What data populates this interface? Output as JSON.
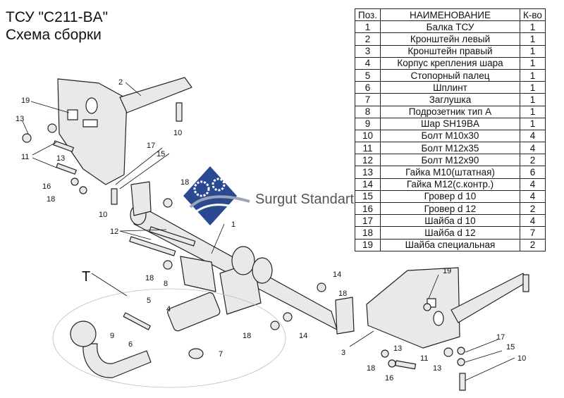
{
  "title": {
    "line1": "ТСУ  \"C211-BA\"",
    "line2": "Схема сборки"
  },
  "table": {
    "headers": [
      "Поз.",
      "НАИМЕНОВАНИЕ",
      "К-во"
    ],
    "rows": [
      [
        "1",
        "Балка ТСУ",
        "1"
      ],
      [
        "2",
        "Кронштейн левый",
        "1"
      ],
      [
        "3",
        "Кронштейн правый",
        "1"
      ],
      [
        "4",
        "Корпус крепления шара",
        "1"
      ],
      [
        "5",
        "Стопорный палец",
        "1"
      ],
      [
        "6",
        "Шплинт",
        "1"
      ],
      [
        "7",
        "Заглушка",
        "1"
      ],
      [
        "8",
        "Подрозетник тип А",
        "1"
      ],
      [
        "9",
        "Шар SH19BA",
        "1"
      ],
      [
        "10",
        "Болт М10х30",
        "4"
      ],
      [
        "11",
        "Болт М12х35",
        "4"
      ],
      [
        "12",
        "Болт М12х90",
        "2"
      ],
      [
        "13",
        "Гайка М10(штатная)",
        "6"
      ],
      [
        "14",
        "Гайка М12(с.контр.)",
        "4"
      ],
      [
        "15",
        "Гровер d 10",
        "4"
      ],
      [
        "16",
        "Гровер d 12",
        "2"
      ],
      [
        "17",
        "Шайба d 10",
        "4"
      ],
      [
        "18",
        "Шайба d 12",
        "7"
      ],
      [
        "19",
        "Шайба специальная",
        "2"
      ]
    ]
  },
  "watermark": {
    "text": "Surgut Standart"
  },
  "callouts": [
    {
      "id": "c19a",
      "text": "19"
    },
    {
      "id": "c2",
      "text": "2"
    },
    {
      "id": "c13a",
      "text": "13"
    },
    {
      "id": "c11a",
      "text": "11"
    },
    {
      "id": "c13b",
      "text": "13"
    },
    {
      "id": "c16a",
      "text": "16"
    },
    {
      "id": "c18a",
      "text": "18"
    },
    {
      "id": "c17a",
      "text": "17"
    },
    {
      "id": "c15a",
      "text": "15"
    },
    {
      "id": "c10a",
      "text": "10"
    },
    {
      "id": "c10b",
      "text": "10"
    },
    {
      "id": "c18b",
      "text": "18"
    },
    {
      "id": "c1",
      "text": "1"
    },
    {
      "id": "c12",
      "text": "12"
    },
    {
      "id": "c18c",
      "text": "18"
    },
    {
      "id": "c8",
      "text": "8"
    },
    {
      "id": "c5",
      "text": "5"
    },
    {
      "id": "c4",
      "text": "4"
    },
    {
      "id": "c9",
      "text": "9"
    },
    {
      "id": "c6",
      "text": "6"
    },
    {
      "id": "c7",
      "text": "7"
    },
    {
      "id": "c14a",
      "text": "14"
    },
    {
      "id": "c18d",
      "text": "18"
    },
    {
      "id": "c18e",
      "text": "18"
    },
    {
      "id": "c14b",
      "text": "14"
    },
    {
      "id": "c19b",
      "text": "19"
    },
    {
      "id": "c3",
      "text": "3"
    },
    {
      "id": "c13c",
      "text": "13"
    },
    {
      "id": "c18f",
      "text": "18"
    },
    {
      "id": "c11b",
      "text": "11"
    },
    {
      "id": "c16b",
      "text": "16"
    },
    {
      "id": "c13d",
      "text": "13"
    },
    {
      "id": "c17b",
      "text": "17"
    },
    {
      "id": "c15b",
      "text": "15"
    },
    {
      "id": "c10c",
      "text": "10"
    }
  ],
  "detail_label": "T",
  "colors": {
    "metal": "#e9e9ea",
    "outline": "#222222",
    "logo_blue": "#1f3f8a"
  }
}
